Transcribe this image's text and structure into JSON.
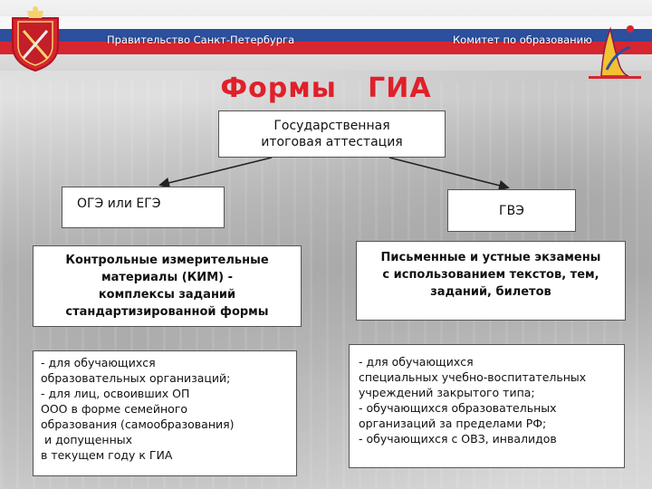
{
  "header": {
    "left_text": "Правительство Санкт-Петербурга",
    "right_text": "Комитет по образованию"
  },
  "title": "Формы   ГИА",
  "root_box": {
    "lines": [
      "Государственная",
      "итоговая аттестация"
    ]
  },
  "left_branch": {
    "label": "ОГЭ или ЕГЭ",
    "description": [
      "Контрольные измерительные",
      "материалы (КИМ) -",
      "комплексы заданий",
      "стандартизированной формы"
    ],
    "audience": [
      "- для обучающихся",
      "образовательных организаций;",
      "- для лиц, освоивших ОП",
      "ООО в форме семейного",
      "образования (самообразования)",
      " и допущенных",
      "в текущем году к ГИА"
    ]
  },
  "right_branch": {
    "label": "ГВЭ",
    "description": [
      "Письменные и устные экзамены",
      "с использованием текстов, тем,",
      "заданий, билетов"
    ],
    "audience": [
      "- для обучающихся",
      "специальных учебно-воспитательных",
      "учреждений закрытого типа;",
      "- обучающихся образовательных",
      "организаций за пределами РФ;",
      "- обучающихся с ОВЗ, инвалидов"
    ]
  },
  "colors": {
    "title": "#e0202a",
    "flag_blue": "#2c4f9e",
    "flag_red": "#d62630"
  },
  "icons": {
    "left_logo": "coat-of-arms-icon",
    "right_logo": "committee-logo-icon"
  }
}
